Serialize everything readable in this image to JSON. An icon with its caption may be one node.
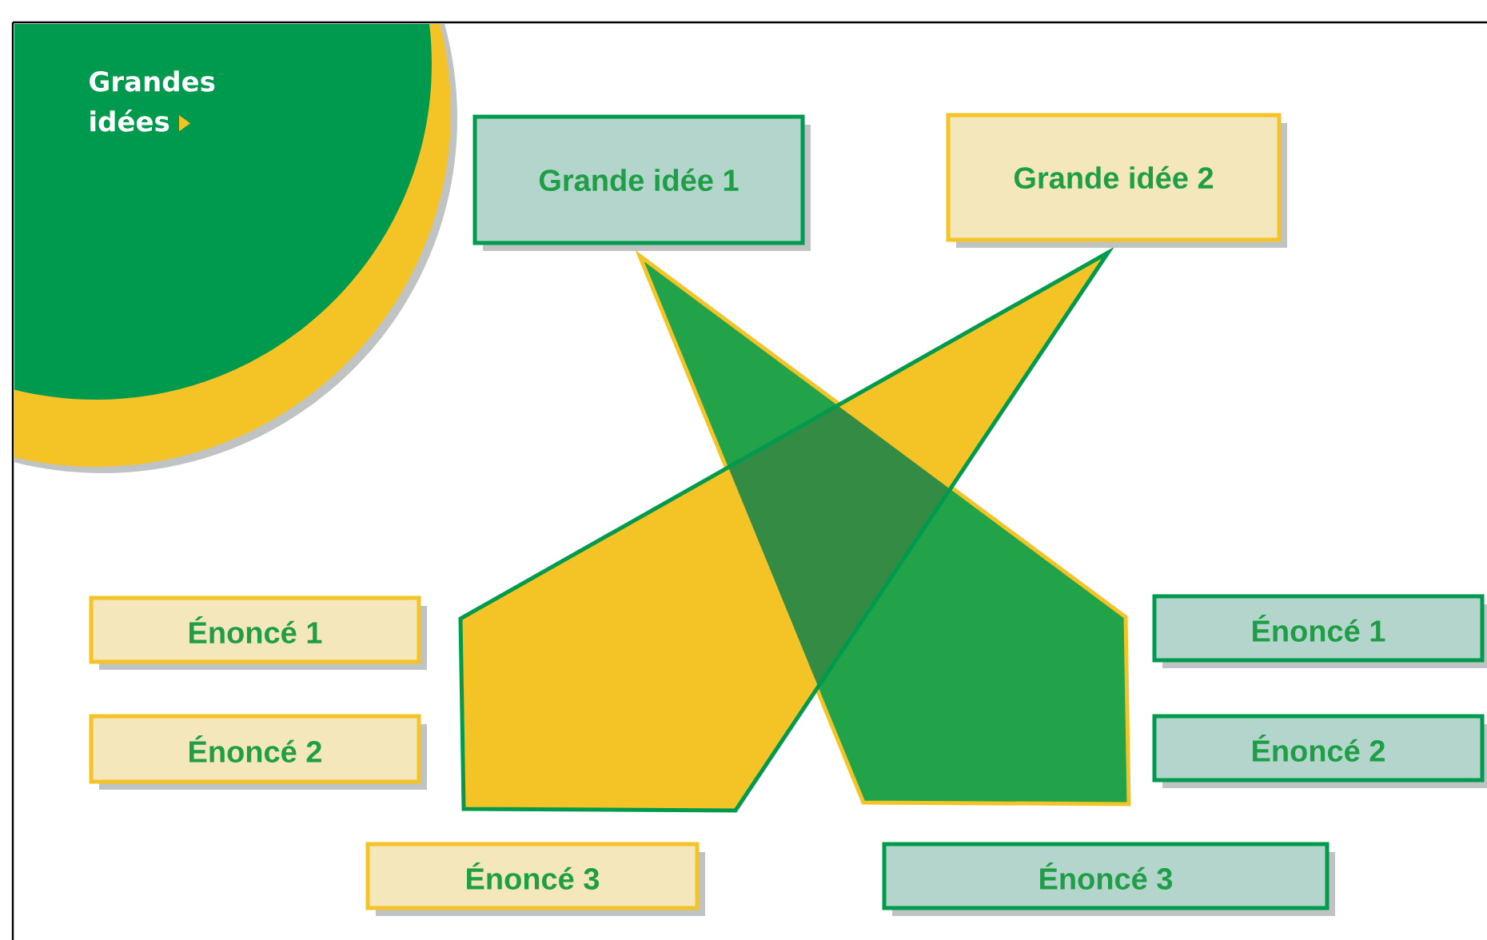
{
  "diagram": {
    "nodes": [
      {
        "text": [
          "Grandes idées"
        ]
      },
      {
        "text": [
          "Grande idée 1"
        ]
      },
      {
        "text": [
          "Grande idée 2"
        ]
      },
      {
        "text": [
          "Énoncé 1"
        ]
      },
      {
        "text": [
          "Énoncé 2"
        ]
      },
      {
        "text": [
          "Énoncé 3"
        ]
      },
      {
        "text": [
          "Énoncé 1"
        ]
      },
      {
        "text": [
          "Énoncé 2"
        ]
      },
      {
        "text": [
          "Énoncé 3"
        ]
      }
    ]
  }
}
